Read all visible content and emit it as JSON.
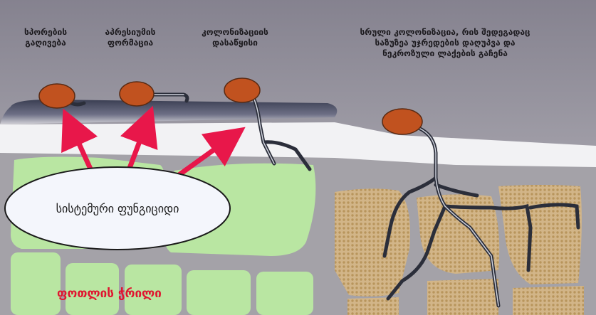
{
  "labels": {
    "spore_germination": "სპორების\nგაღივება",
    "appressorium_formation": "აპრესიუმის\nფორმაცია",
    "colonization_start": "კოლონიზაციის\nდასაწყისი",
    "full_colonization": "სრული კოლონიზაცია, რის შედეგადაც\nსაზუზეა უჯრედების დაღუპვა და\nნეკროზული ლაქების გაჩენა"
  },
  "ellipse_text": "სისტემური ფუნგიციდი",
  "leaf_section": "ფოთლის ჭრილი",
  "colors": {
    "spore": "#c1521f",
    "arrow": "#e8174a",
    "green_cell": "#b9e6a2",
    "necrotic": "#cfb07c",
    "cuticle": "#3b3f52",
    "hypha": "#2b2e3a"
  }
}
